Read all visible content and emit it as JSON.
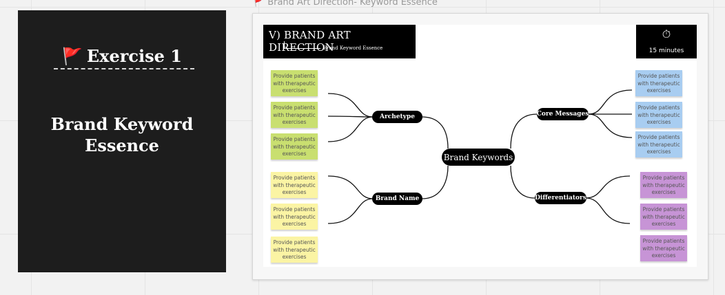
{
  "left_card": {
    "flag_glyph": "🚩",
    "title": "Exercise 1",
    "subtitle_line1": "Brand Keyword",
    "subtitle_line2": "Essence"
  },
  "frame": {
    "label_flag_glyph": "🚩",
    "label": "Brand Art Direction- Keyword Essence"
  },
  "board": {
    "title": "V) BRAND ART DIRECTION",
    "subtitle": "Brand Keyword Essence",
    "timer_icon": "stopwatch-icon",
    "timer_glyph": "⏱",
    "timer_text": "15 minutes"
  },
  "mindmap": {
    "center": "Brand Keywords",
    "branches": {
      "archetype": "Archetype",
      "brand_name": "Brand Name",
      "core_messages": "Core Messages",
      "differentiators": "Differentiators"
    }
  },
  "stickies": {
    "text_line1": "Provide patients",
    "text_line2": "with therapeutic",
    "text_line3": "exercises"
  },
  "colors": {
    "archetype_sticky": "#c9df70",
    "brand_name_sticky": "#fbf4a4",
    "core_messages_sticky": "#a8cdf1",
    "differentiators_sticky": "#c794d6",
    "card_background": "#1d1d1d",
    "flag": "#e0232b"
  }
}
